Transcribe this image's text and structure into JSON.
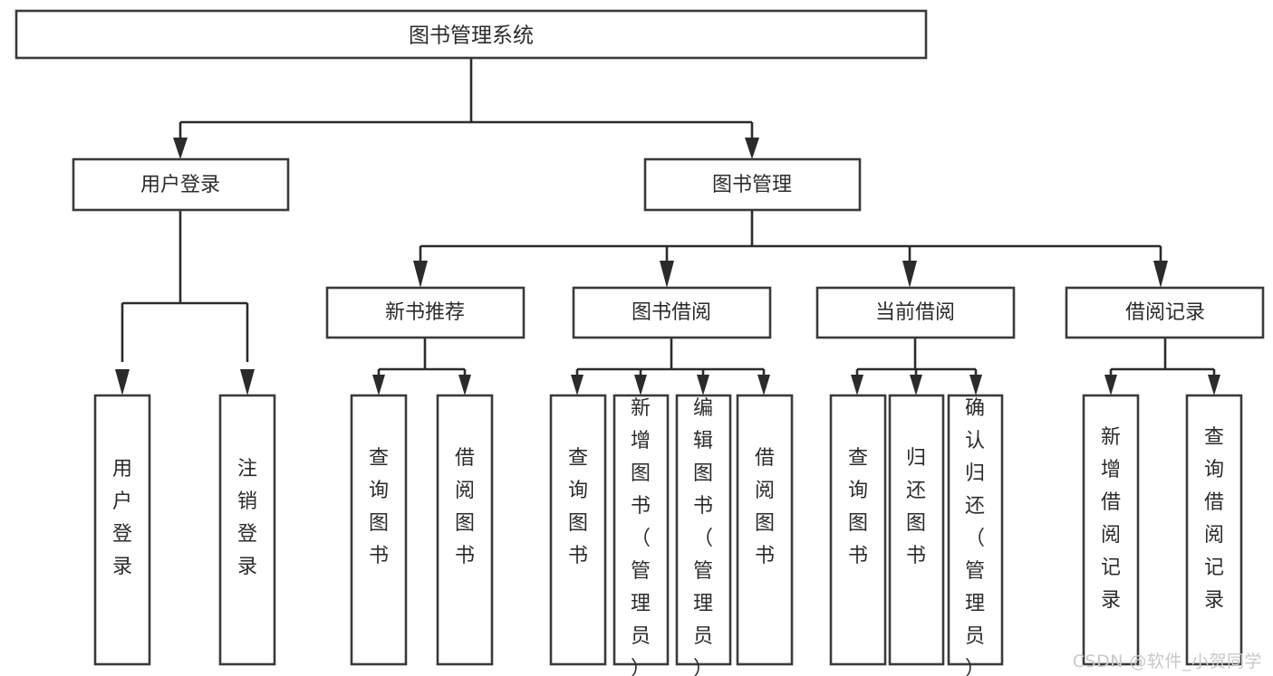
{
  "diagram": {
    "title": "图书管理系统",
    "type": "tree-hierarchy",
    "root": {
      "label": "图书管理系统"
    },
    "level2": [
      {
        "label": "用户登录"
      },
      {
        "label": "图书管理"
      }
    ],
    "level3": [
      {
        "label": "新书推荐",
        "parent": "图书管理"
      },
      {
        "label": "图书借阅",
        "parent": "图书管理"
      },
      {
        "label": "当前借阅",
        "parent": "图书管理"
      },
      {
        "label": "借阅记录",
        "parent": "图书管理"
      }
    ],
    "leaves": {
      "user_login": [
        {
          "label": "用户登录"
        },
        {
          "label": "注销登录"
        }
      ],
      "new_book_recommend": [
        {
          "label": "查询图书"
        },
        {
          "label": "借阅图书"
        }
      ],
      "book_borrow": [
        {
          "label": "查询图书"
        },
        {
          "label": "新增图书（管理员）"
        },
        {
          "label": "编辑图书（管理员）"
        },
        {
          "label": "借阅图书"
        }
      ],
      "current_borrow": [
        {
          "label": "查询图书"
        },
        {
          "label": "归还图书"
        },
        {
          "label": "确认归还（管理员）"
        }
      ],
      "borrow_record": [
        {
          "label": "新增借阅记录"
        },
        {
          "label": "查询借阅记录"
        }
      ]
    }
  },
  "watermark": {
    "text": "CSDN @软件_小贺同学"
  },
  "colors": {
    "box_stroke": "#3a3a3a",
    "connector": "#2b2b2b",
    "text": "#2b2b2b",
    "background": "#ffffff",
    "watermark": "#c9c9c9"
  }
}
